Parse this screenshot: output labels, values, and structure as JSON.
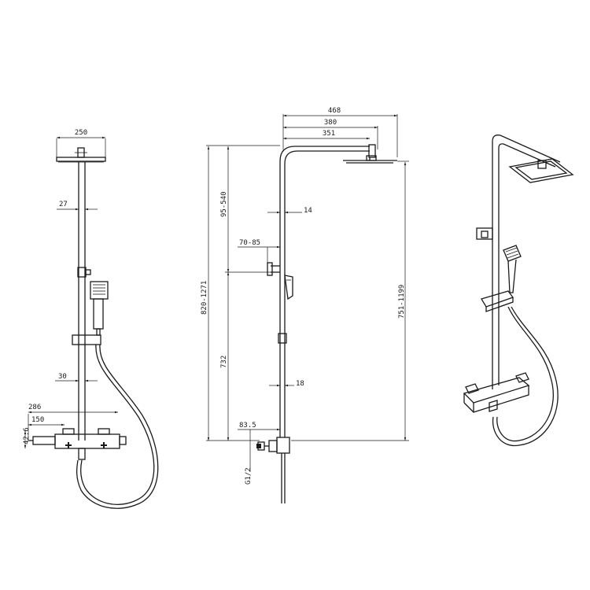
{
  "colors": {
    "line": "#1a1a1a",
    "background": "#ffffff"
  },
  "front_view": {
    "head_width": "250",
    "pipe_dia": "27",
    "arm_dia": "30",
    "valve_width": "286",
    "valve_centers": "150",
    "valve_height": "42.6"
  },
  "side_view": {
    "overall_reach": "468",
    "reach_mid": "380",
    "reach_inner": "351",
    "height_total": "820-1271",
    "height_upper": "95-540",
    "height_lower": "732",
    "height_right": "751-1199",
    "upper_pipe_dia": "14",
    "lower_pipe_dia": "18",
    "holder_range": "70-85",
    "inlet_offset": "83.5",
    "thread": "G1/2"
  }
}
